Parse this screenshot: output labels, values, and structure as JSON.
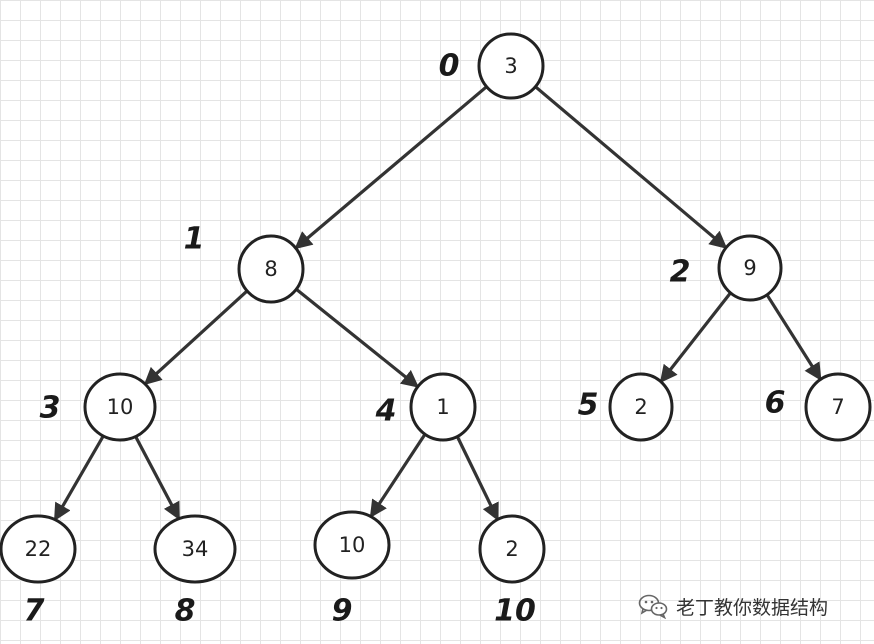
{
  "diagram": {
    "nodes": [
      {
        "id": 0,
        "value": "3",
        "index_label": "0"
      },
      {
        "id": 1,
        "value": "8",
        "index_label": "1"
      },
      {
        "id": 2,
        "value": "9",
        "index_label": "2"
      },
      {
        "id": 3,
        "value": "10",
        "index_label": "3"
      },
      {
        "id": 4,
        "value": "1",
        "index_label": "4"
      },
      {
        "id": 5,
        "value": "2",
        "index_label": "5"
      },
      {
        "id": 6,
        "value": "7",
        "index_label": "6"
      },
      {
        "id": 7,
        "value": "22",
        "index_label": "7"
      },
      {
        "id": 8,
        "value": "34",
        "index_label": "8"
      },
      {
        "id": 9,
        "value": "10",
        "index_label": "9"
      },
      {
        "id": 10,
        "value": "2",
        "index_label": "10"
      }
    ],
    "edges": [
      {
        "from": 0,
        "to": 1
      },
      {
        "from": 0,
        "to": 2
      },
      {
        "from": 1,
        "to": 3
      },
      {
        "from": 1,
        "to": 4
      },
      {
        "from": 2,
        "to": 5
      },
      {
        "from": 2,
        "to": 6
      },
      {
        "from": 3,
        "to": 7
      },
      {
        "from": 3,
        "to": 8
      },
      {
        "from": 4,
        "to": 9
      },
      {
        "from": 4,
        "to": 10
      }
    ]
  },
  "watermark": {
    "icon": "wechat-icon",
    "text": "老丁教你数据结构"
  }
}
